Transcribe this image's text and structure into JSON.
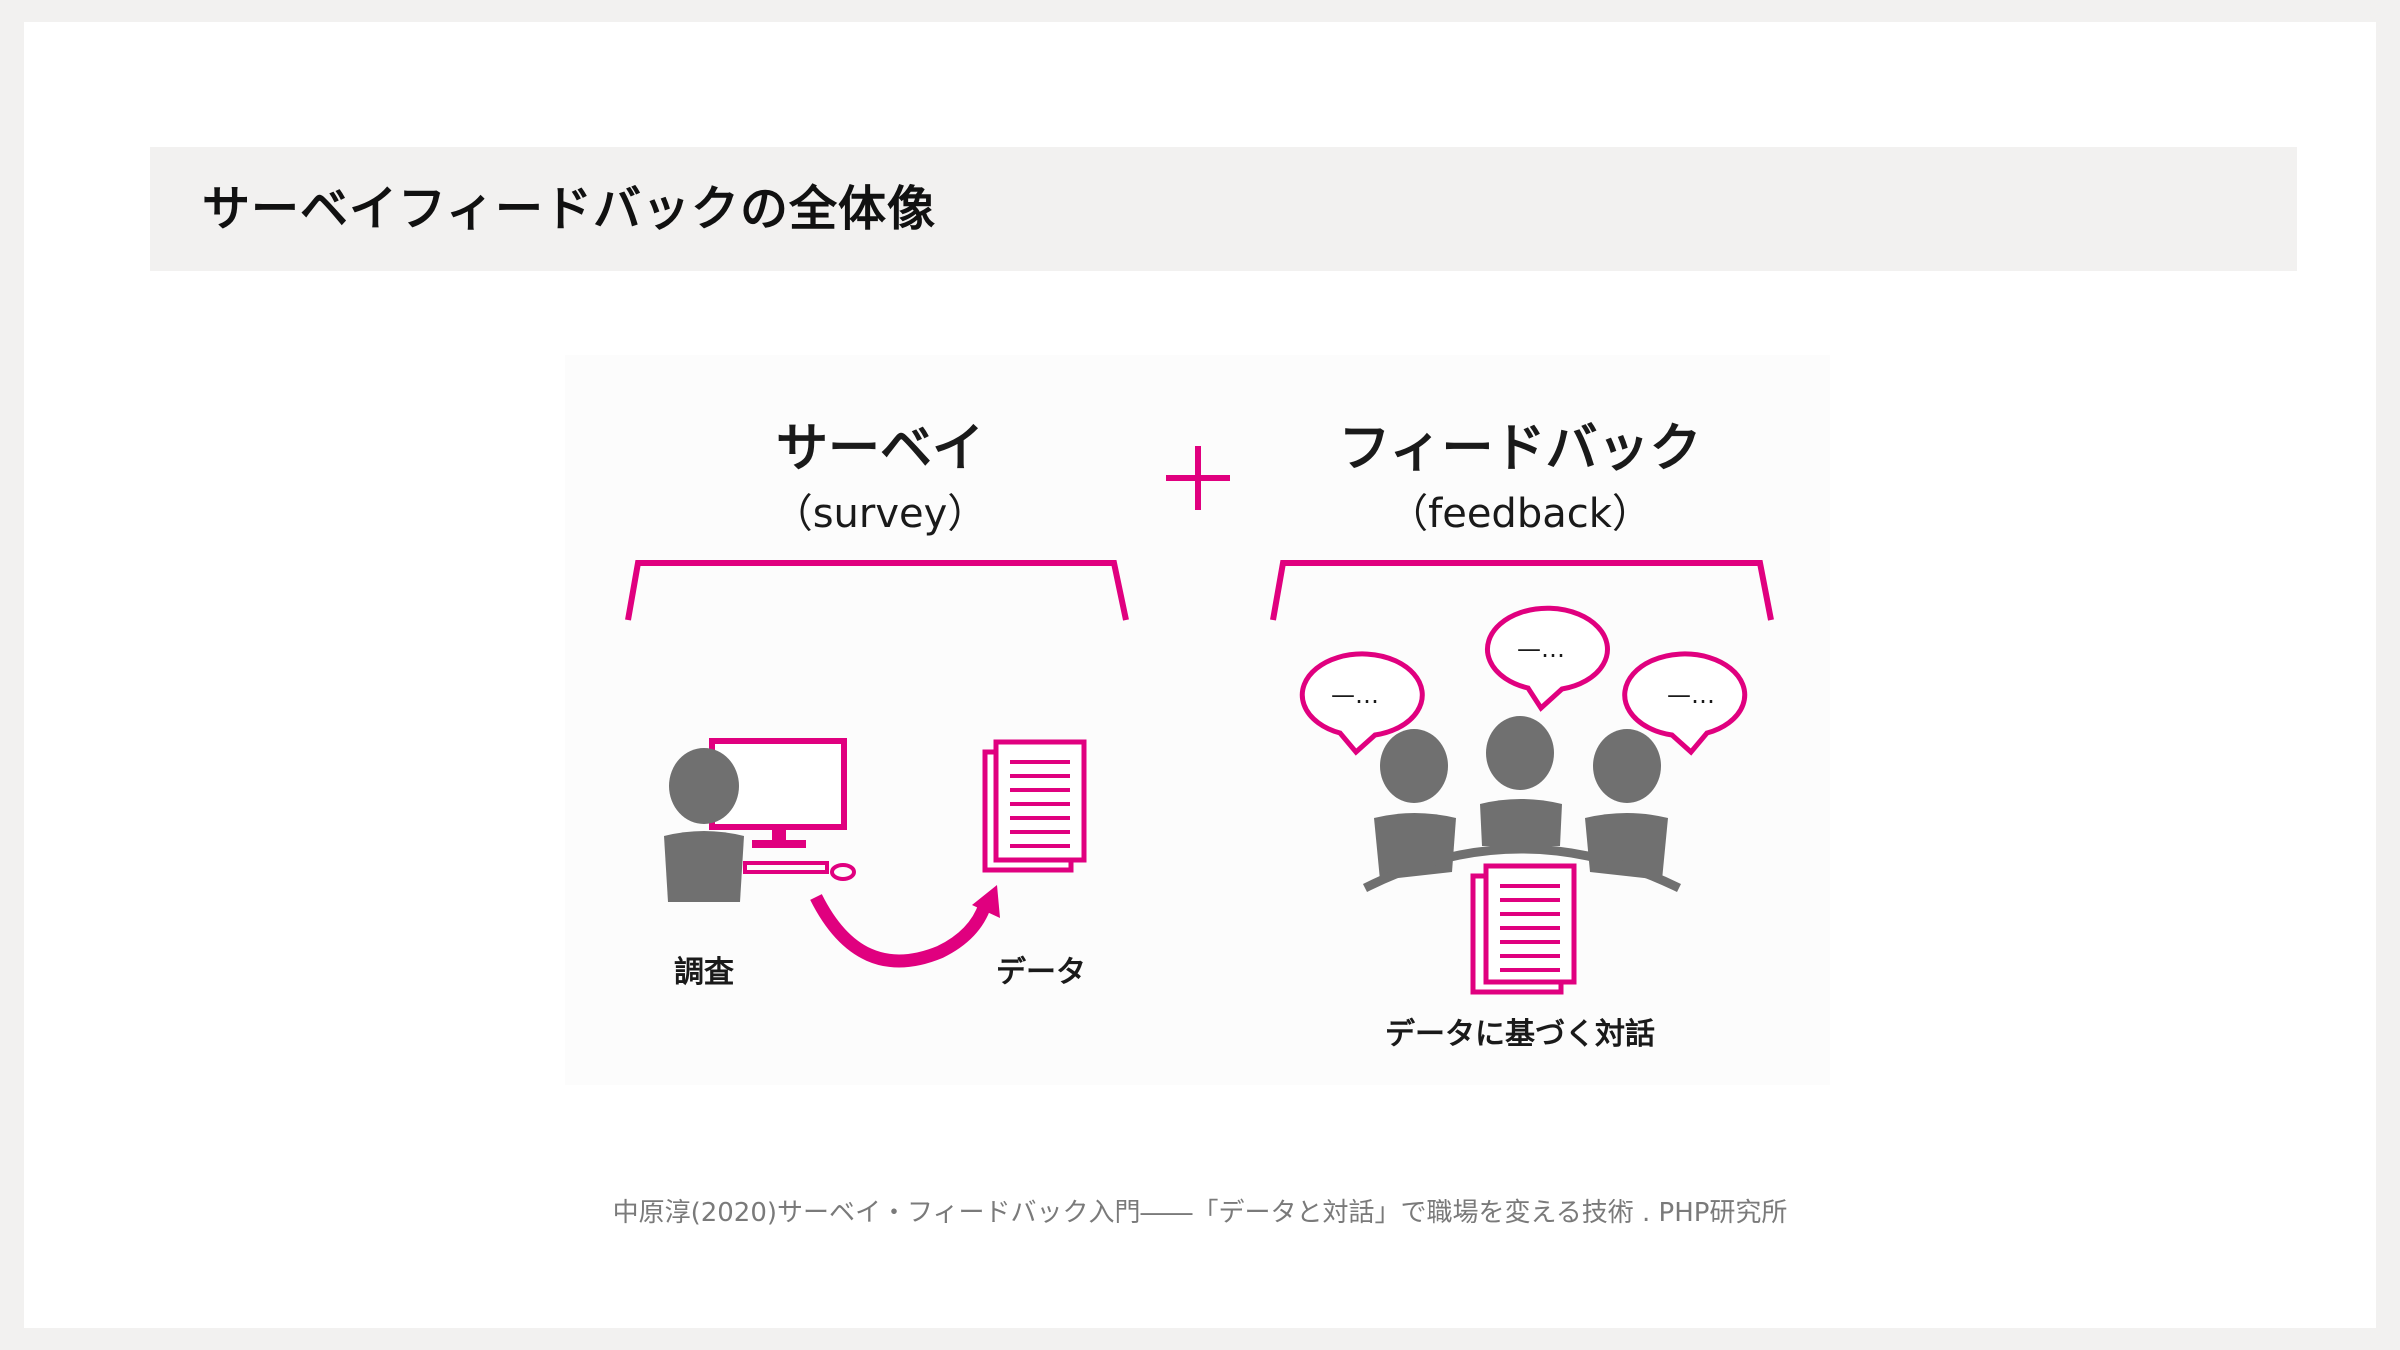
{
  "title": "サーベイフィードバックの全体像",
  "figure": {
    "survey_heading": "サーベイ",
    "survey_sub": "（survey）",
    "plus": "+",
    "feedback_heading": "フィードバック",
    "feedback_sub": "（feedback）",
    "label_research": "調査",
    "label_data": "データ",
    "label_dialogue": "データに基づく対話",
    "bubble_text": "—…",
    "accent_color": "#e0007f",
    "figure_gray": "#707070"
  },
  "caption": "中原淳(2020)サーベイ・フィードバック入門――「データと対話」で職場を変える技術 . PHP研究所"
}
